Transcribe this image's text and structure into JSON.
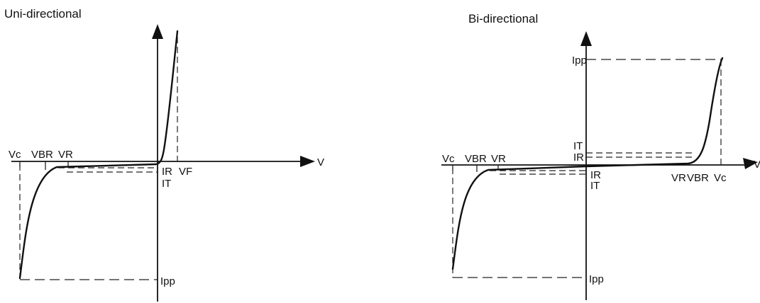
{
  "uni": {
    "title": "Uni-directional",
    "labels": {
      "vc": "Vc",
      "vbr": "VBR",
      "vr": "VR",
      "v_axis": "V",
      "ir": "IR",
      "vf": "VF",
      "it": "IT",
      "ipp": "Ipp"
    }
  },
  "bi": {
    "title": "Bi-directional",
    "labels": {
      "vc_left": "Vc",
      "vbr_left": "VBR",
      "vr_left": "VR",
      "ipp_top": "Ipp",
      "it_top": "IT",
      "ir_top": "IR",
      "ir_bottom": "IR",
      "it_bottom": "IT",
      "vr_right": "VR",
      "vbr_right": "VBR",
      "vc_right": "Vc",
      "ipp_bottom": "Ipp",
      "v_axis": "V"
    }
  }
}
